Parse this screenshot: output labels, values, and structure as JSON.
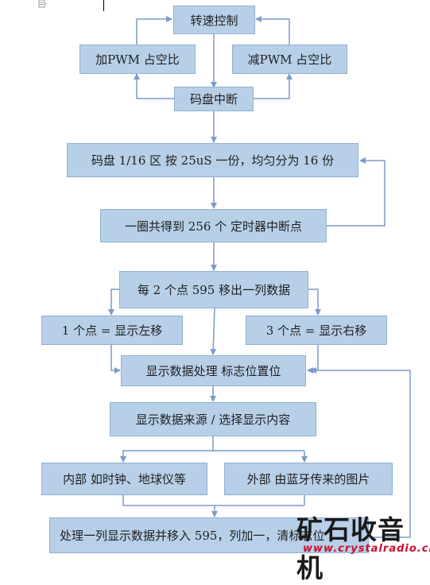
{
  "flowchart": {
    "speed_control": "转速控制",
    "add_pwm": "加PWM 占空比",
    "reduce_pwm": "减PWM 占空比",
    "encoder_interrupt": "码盘中断",
    "encoder_division": "码盘 1/16 区  按 25uS 一份，均匀分为 16 份",
    "circle_points": "一圈共得到 256 个  定时器中断点",
    "shift_column": "每 2 个点 595 移出一列数据",
    "one_point": "1 个点  =  显示左移",
    "three_points": "3 个点  =  显示右移",
    "display_process": "显示数据处理  标志位置位",
    "display_source": "显示数据来源 / 选择显示内容",
    "internal": "内部  如时钟、地球仪等",
    "external": "外部  由蓝牙传来的图片",
    "final_process": "处理一列显示数据并移入 595，列加一，清标志位"
  },
  "watermark": {
    "name": "矿石收音机",
    "url": "www.crystalradio.cn"
  },
  "colors": {
    "box_fill": "#b7d0e8",
    "box_border": "#8fb0d3",
    "arrow": "#7b9cc7"
  }
}
